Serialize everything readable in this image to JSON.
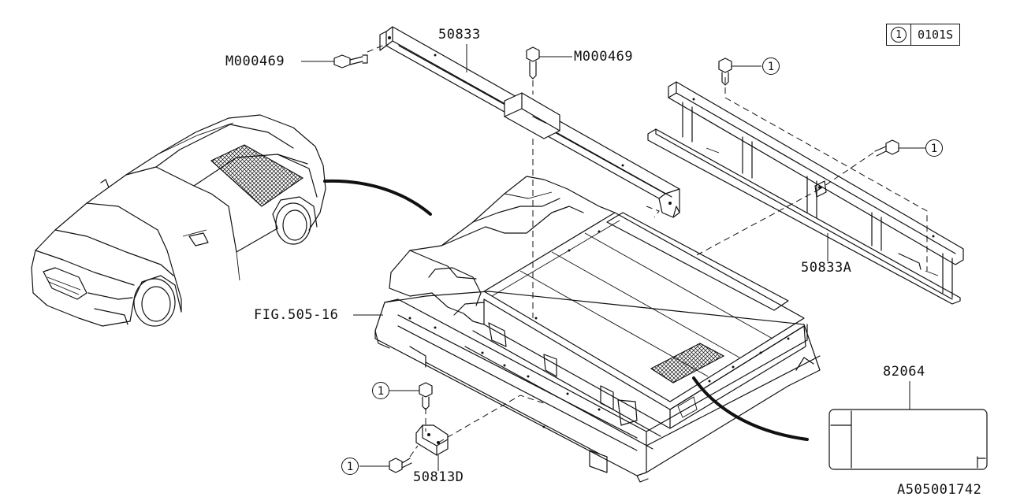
{
  "legend": {
    "circle_number": "1",
    "code": "0101S"
  },
  "diagram_id": "A505001742",
  "labels": {
    "part_50833": "50833",
    "part_m000469_left": "M000469",
    "part_m000469_center": "M000469",
    "part_50833a": "50833A",
    "fig_ref": "FIG.505-16",
    "part_82064": "82064",
    "part_50813d": "50813D"
  },
  "callouts": {
    "top_right_bolt": "1",
    "right_bolt": "1",
    "lower_bolt_upper": "1",
    "lower_bolt_lower": "1"
  }
}
